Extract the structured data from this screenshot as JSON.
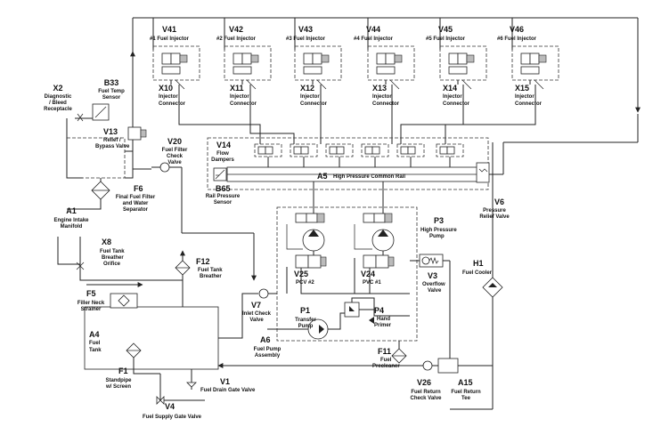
{
  "components": {
    "v41": {
      "code": "V41",
      "label": "#1 Fuel Injector"
    },
    "v42": {
      "code": "V42",
      "label": "#2 Fuel Injector"
    },
    "v43": {
      "code": "V43",
      "label": "#3 Fuel Injector"
    },
    "v44": {
      "code": "V44",
      "label": "#4 Fuel Injector"
    },
    "v45": {
      "code": "V45",
      "label": "#5 Fuel Injector"
    },
    "v46": {
      "code": "V46",
      "label": "#6 Fuel Injector"
    },
    "x10": {
      "code": "X10",
      "label_1": "Injector",
      "label_2": "Connector"
    },
    "x11": {
      "code": "X11",
      "label_1": "Injector",
      "label_2": "Connector"
    },
    "x12": {
      "code": "X12",
      "label_1": "Injector",
      "label_2": "Connector"
    },
    "x13": {
      "code": "X13",
      "label_1": "Injector",
      "label_2": "Connector"
    },
    "x14": {
      "code": "X14",
      "label_1": "Injector",
      "label_2": "Connector"
    },
    "x15": {
      "code": "X15",
      "label_1": "Injector",
      "label_2": "Connector"
    },
    "x2": {
      "code": "X2",
      "label_1": "Diagnostic",
      "label_2": "/ Bleed",
      "label_3": "Receptacle"
    },
    "b33": {
      "code": "B33",
      "label_1": "Fuel Temp",
      "label_2": "Sensor"
    },
    "v13": {
      "code": "V13",
      "label_1": "Relief /",
      "label_2": "Bypass Valve"
    },
    "v20": {
      "code": "V20",
      "label_1": "Fuel Filter",
      "label_2": "Check",
      "label_3": "Valve"
    },
    "v14": {
      "code": "V14",
      "label_1": "Flow",
      "label_2": "Dampers"
    },
    "b65": {
      "code": "B65",
      "label_1": "Rail Pressure",
      "label_2": "Sensor"
    },
    "a5": {
      "code": "A5",
      "label": "High Pressure Common Rail"
    },
    "v6": {
      "code": "V6",
      "label_1": "Pressure",
      "label_2": "Relief Valve"
    },
    "f6": {
      "code": "F6",
      "label_1": "Final Fuel Filter",
      "label_2": "and Water",
      "label_3": "Separator"
    },
    "a1": {
      "code": "A1",
      "label_1": "Engine Intake",
      "label_2": "Manifold"
    },
    "x8": {
      "code": "X8",
      "label_1": "Fuel Tank",
      "label_2": "Breather",
      "label_3": "Orifice"
    },
    "f12": {
      "code": "F12",
      "label_1": "Fuel Tank",
      "label_2": "Breather"
    },
    "p3": {
      "code": "P3",
      "label_1": "High Pressure",
      "label_2": "Pump"
    },
    "h1": {
      "code": "H1",
      "label": "Fuel Cooler"
    },
    "v25": {
      "code": "V25",
      "label": "PCV #2"
    },
    "v24": {
      "code": "V24",
      "label": "PVC #1"
    },
    "v3": {
      "code": "V3",
      "label_1": "Overflow",
      "label_2": "Valve"
    },
    "f5": {
      "code": "F5",
      "label_1": "Filler Neck",
      "label_2": "Strainer"
    },
    "v7": {
      "code": "V7",
      "label_1": "Inlet Check",
      "label_2": "Valve"
    },
    "p1": {
      "code": "P1",
      "label_1": "Transfer",
      "label_2": "Pump"
    },
    "p4": {
      "code": "P4",
      "label_1": "Hand",
      "label_2": "Primer"
    },
    "a4": {
      "code": "A4",
      "label_1": "Fuel",
      "label_2": "Tank"
    },
    "a6": {
      "code": "A6",
      "label_1": "Fuel Pump",
      "label_2": "Assembly"
    },
    "f11": {
      "code": "F11",
      "label_1": "Fuel",
      "label_2": "Precleaner"
    },
    "f1": {
      "code": "F1",
      "label_1": "Standpipe",
      "label_2": "w/ Screen"
    },
    "v1": {
      "code": "V1",
      "label": "Fuel Drain Gate Valve"
    },
    "v26": {
      "code": "V26",
      "label_1": "Fuel Return",
      "label_2": "Check Valve"
    },
    "a15": {
      "code": "A15",
      "label_1": "Fuel Return",
      "label_2": "Tee"
    },
    "v4": {
      "code": "V4",
      "label": "Fuel Supply Gate Valve"
    }
  }
}
